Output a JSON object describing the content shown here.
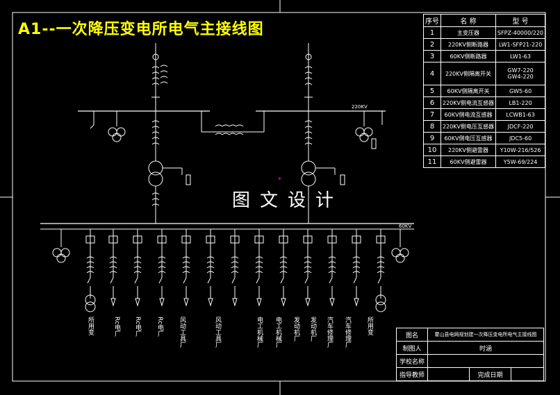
{
  "title": "A1--一次降压变电所电气主接线图",
  "watermark": "图文设计",
  "parts_table": {
    "headers": [
      "序号",
      "名 称",
      "型 号"
    ],
    "rows": [
      {
        "no": "1",
        "name": "主变压器",
        "model": "SFPZ-40000/220"
      },
      {
        "no": "2",
        "name": "220KV侧断路器",
        "model": "LW1-SFP21-220"
      },
      {
        "no": "3",
        "name": "60KV侧断路器",
        "model": "LW1-63"
      },
      {
        "no": "4",
        "name": "220KV侧隔离开关",
        "model": "GW7-220",
        "model2": "GW4-220"
      },
      {
        "no": "5",
        "name": "60KV侧隔离开关",
        "model": "GW5-60"
      },
      {
        "no": "6",
        "name": "220KV侧电流互感器",
        "model": "LB1-220"
      },
      {
        "no": "7",
        "name": "60KV侧电流互感器",
        "model": "LCWB1-63"
      },
      {
        "no": "8",
        "name": "220KV侧电压互感器",
        "model": "JDCF-220"
      },
      {
        "no": "9",
        "name": "60KV侧电压互感器",
        "model": "JDC5-60"
      },
      {
        "no": "10",
        "name": "220KV侧避雷器",
        "model": "Y10W-216/526"
      },
      {
        "no": "11",
        "name": "60KV侧避雷器",
        "model": "Y5W-69/224"
      }
    ]
  },
  "title_block": {
    "drawing_name_label": "图名",
    "drawing_name": "霍山县电网规划建一次降压变电所电气主接线图",
    "drafter_label": "制图人",
    "drafter": "时涵",
    "school_label": "学校名称",
    "school": "",
    "advisor_label": "指导教师",
    "advisor": "",
    "date_label": "完成日期",
    "date": ""
  },
  "diagram": {
    "bus_220_label": "220KV",
    "bus_60_label": "60KV",
    "feeders": [
      "所用变",
      "Rc电厂",
      "Rc电厂",
      "Rc电厂",
      "风动工具厂",
      "风动工具厂",
      "电工机械厂",
      "电工机械厂",
      "发动机厂",
      "发动机厂",
      "汽车修理厂",
      "汽车修理厂",
      "所用变"
    ]
  },
  "colors": {
    "background": "#000000",
    "lines": "#ffffff",
    "title": "#ffff00",
    "marker": "#ff00ff"
  }
}
